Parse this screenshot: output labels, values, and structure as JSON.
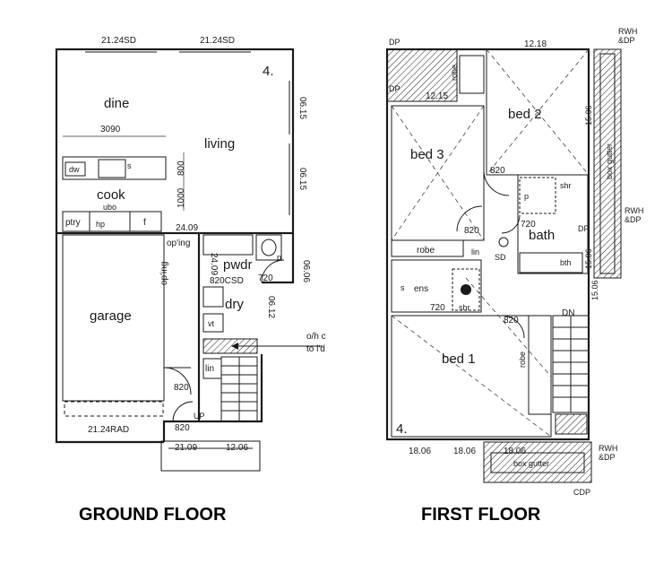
{
  "ground_floor": {
    "caption": "GROUND FLOOR",
    "rooms": {
      "dine": "dine",
      "living": "living",
      "cook": "cook",
      "garage": "garage",
      "pwdr": "pwdr",
      "dry": "dry"
    },
    "labels": {
      "win_top_left": "21.24SD",
      "win_top_right": "21.24SD",
      "corner_mark": "4.",
      "dim_3090": "3090",
      "dim_800": "800",
      "dim_1000": "1000",
      "win_right_1": "06.15",
      "win_right_2": "06.15",
      "dw": "dw",
      "s": "s",
      "ubo": "ubo",
      "ptry": "ptry",
      "f": "f",
      "hp": "hp",
      "win_2409_a": "24.09",
      "oping_a": "op'ing",
      "oping_b": "op'ing",
      "win_2409_b": "24.09",
      "door_820csd": "820CSD",
      "door_720": "720",
      "p": "p",
      "win_0606": "06.06",
      "win_0612": "06.12",
      "vt": "vt",
      "lin": "lin",
      "oh": "o/h c",
      "to_ld": "to l'd",
      "door_820": "820",
      "up": "UP",
      "door_820b": "820",
      "garage_door": "21.24RAD",
      "win_2109": "21.09",
      "win_1206": "12.06"
    }
  },
  "first_floor": {
    "caption": "FIRST FLOOR",
    "rooms": {
      "bed1": "bed 1",
      "bed2": "bed 2",
      "bed3": "bed 3",
      "bath": "bath",
      "ens": "ens"
    },
    "labels": {
      "dp_top": "DP",
      "dp_mid": "DP",
      "dim_1218": "12.18",
      "dim_1215": "12.15",
      "rwh_dp_top": "RWH\n&DP",
      "rwh_dp_mid": "RWH\n&DP",
      "robe_a": "robe",
      "robe_b": "robe",
      "robe_c": "robe",
      "box_gutter_v": "box gutter",
      "win_1506a": "15.06",
      "win_1506b": "15.06",
      "win_1506c": "15.06",
      "door_820a": "820",
      "door_820b": "820",
      "door_820c": "820",
      "door_720a": "720",
      "door_720b": "720",
      "dp_bath": "DP",
      "shr": "shr",
      "shr2": "shr",
      "p": "p",
      "bth": "bth",
      "lin": "lin",
      "sd": "SD",
      "s": "s",
      "dn": "DN",
      "corner_mark": "4.",
      "win_1806a": "18.06",
      "win_1806b": "18.06",
      "win_1806c": "18.06",
      "rwh_dp_bot": "RWH\n&DP",
      "box_gutter_h": "box gutter",
      "cdp": "CDP"
    }
  }
}
